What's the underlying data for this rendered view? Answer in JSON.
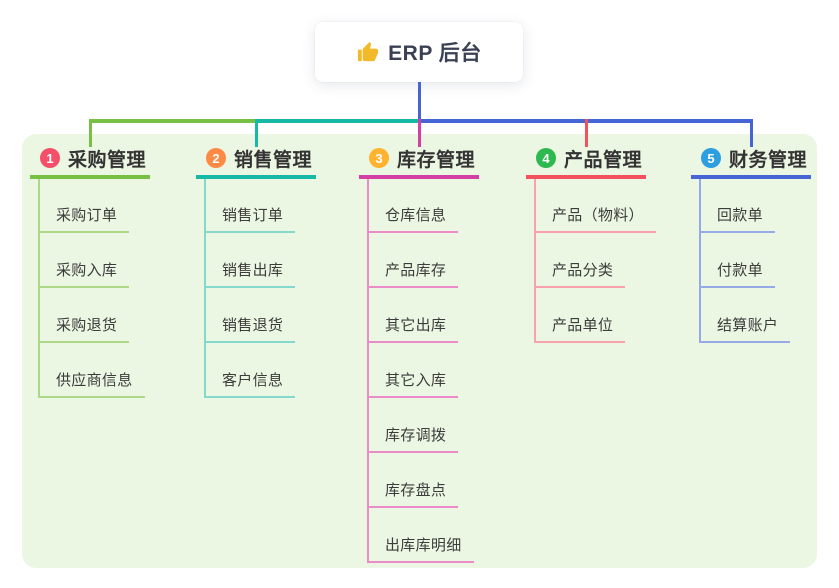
{
  "root": {
    "label": "ERP 后台",
    "icon": "thumbs-up-icon",
    "icon_color": "#f2b929"
  },
  "panel_color": "#ebf6e3",
  "connector_color": "#4a63d2",
  "branches": [
    {
      "num": "1",
      "title": "采购管理",
      "badge_color": "#f4506a",
      "line_color": "#77c044",
      "item_line_color": "#abd988",
      "items": [
        "采购订单",
        "采购入库",
        "采购退货",
        "供应商信息"
      ]
    },
    {
      "num": "2",
      "title": "销售管理",
      "badge_color": "#ff8a45",
      "line_color": "#16b8a6",
      "item_line_color": "#84d8cc",
      "items": [
        "销售订单",
        "销售出库",
        "销售退货",
        "客户信息"
      ]
    },
    {
      "num": "3",
      "title": "库存管理",
      "badge_color": "#ffb32e",
      "line_color": "#d33fa2",
      "item_line_color": "#eb8cc9",
      "items": [
        "仓库信息",
        "产品库存",
        "其它出库",
        "其它入库",
        "库存调拨",
        "库存盘点",
        "出库库明细"
      ]
    },
    {
      "num": "4",
      "title": "产品管理",
      "badge_color": "#2eb850",
      "line_color": "#f4515e",
      "item_line_color": "#f9a2ab",
      "items": [
        "产品（物料）",
        "产品分类",
        "产品单位"
      ]
    },
    {
      "num": "5",
      "title": "财务管理",
      "badge_color": "#2d9fe0",
      "line_color": "#4465d3",
      "item_line_color": "#95abe7",
      "items": [
        "回款单",
        "付款单",
        "结算账户"
      ]
    }
  ]
}
